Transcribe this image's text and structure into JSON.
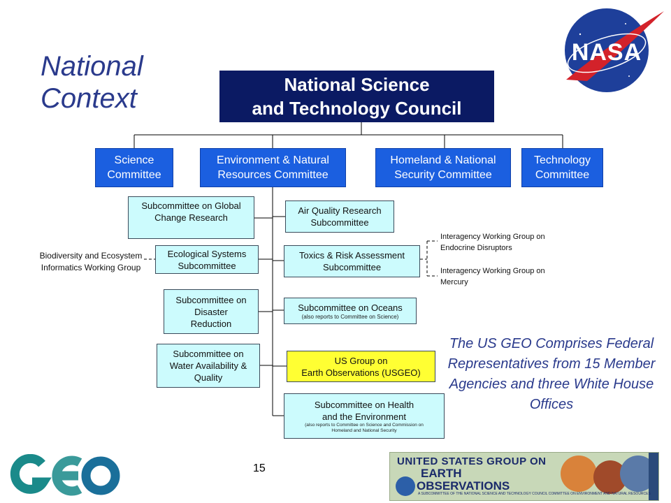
{
  "title": "National\nContext",
  "council": "National Science\nand Technology Council",
  "committees": {
    "science": "Science\nCommittee",
    "environment": "Environment & Natural\nResources Committee",
    "homeland": "Homeland & National\nSecurity Committee",
    "technology": "Technology\nCommittee"
  },
  "subcommittees": {
    "global_change": "Subcommittee on Global\nChange Research",
    "ecological": "Ecological Systems\nSubcommittee",
    "disaster": "Subcommittee on\nDisaster\nReduction",
    "water": "Subcommittee on\nWater Availability &\nQuality",
    "air_quality": "Air Quality Research\nSubcommittee",
    "toxics": "Toxics & Risk Assessment\nSubcommittee",
    "oceans": "Subcommittee on Oceans",
    "oceans_note": "(also reports to Committee on Science)",
    "usgeo": "US Group on\nEarth Observations (USGEO)",
    "health": "Subcommittee on Health\nand the Environment",
    "health_note": "(also reports to Committee on Science and Commission on\nHomeland and National Security"
  },
  "working_groups": {
    "biodiversity": "Biodiversity and Ecosystem\nInformatics Working Group",
    "endocrine": "Interagency Working Group on\nEndocrine Disruptors",
    "mercury": "Interagency Working Group on\nMercury"
  },
  "usgeo_statement": "The US GEO Comprises Federal Representatives from 15 Member Agencies and three White House Offices",
  "page_number": "15",
  "logos": {
    "nasa": "NASA",
    "geo": "GEO",
    "usgeo_banner_line1": "UNITED STATES GROUP ON",
    "usgeo_banner_line2": "EARTH",
    "usgeo_banner_line3": "OBSERVATIONS",
    "usgeo_banner_line4": "A SUBCOMMITTEE OF THE NATIONAL SCIENCE AND TECHNOLOGY COUNCIL COMMITTEE ON ENVIRONMENT AND NATURAL RESOURCES"
  },
  "colors": {
    "council": "#0b1a63",
    "committee": "#1b5fe0",
    "subcommittee": "#ccfbfd",
    "usgeo_highlight": "#ffff33",
    "title_text": "#2a3a8c"
  }
}
